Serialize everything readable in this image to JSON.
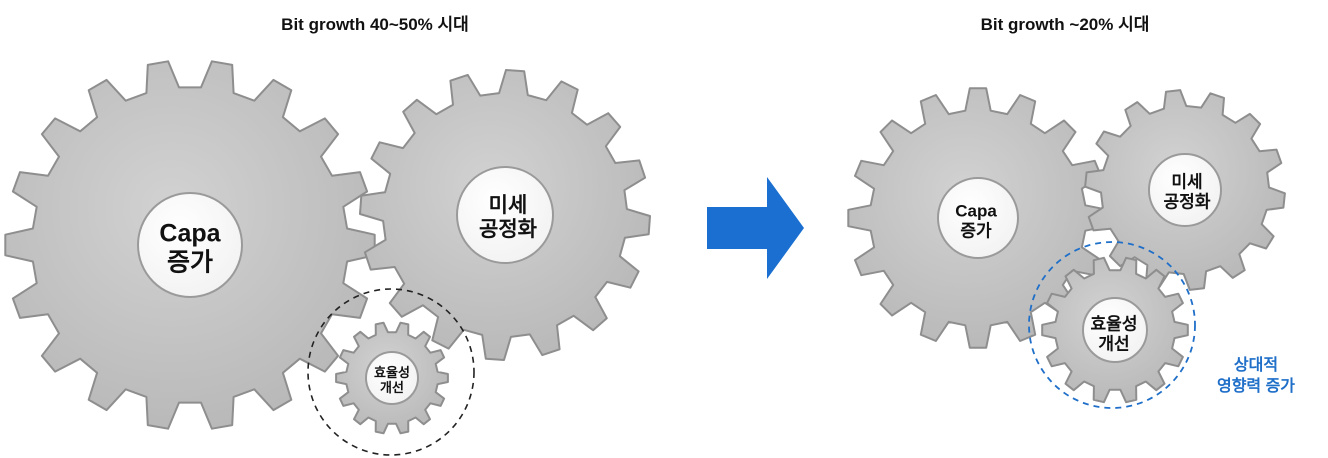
{
  "left_panel": {
    "title": "Bit growth 40~50% 시대",
    "gears": {
      "capa": {
        "line1": "Capa",
        "line2": "증가"
      },
      "process": {
        "line1": "미세",
        "line2": "공정화"
      },
      "efficiency": {
        "line1": "효율성",
        "line2": "개선"
      }
    }
  },
  "right_panel": {
    "title": "Bit growth ~20% 시대",
    "gears": {
      "capa": {
        "line1": "Capa",
        "line2": "증가"
      },
      "process": {
        "line1": "미세",
        "line2": "공정화"
      },
      "efficiency": {
        "line1": "효율성",
        "line2": "개선"
      }
    },
    "annotation": {
      "line1": "상대적",
      "line2": "영향력 증가",
      "color": "#1f6fc9"
    }
  },
  "colors": {
    "gear_body": "#c6c6c6",
    "gear_edge": "#8e8e8e",
    "arrow": "#1a6fd0",
    "dashed_circle_left": "#222222",
    "dashed_circle_right": "#1f6fc9"
  }
}
